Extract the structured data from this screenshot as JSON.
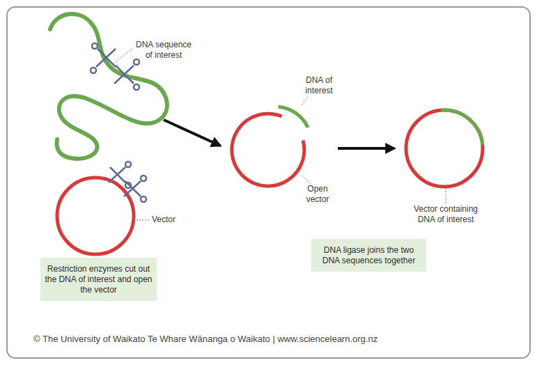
{
  "diagram": {
    "nodes": [
      {
        "text": [
          "Restriction enzymes cut out the DNA of interest and open the vector"
        ]
      },
      {
        "text": [
          "DNA ligase joins the two DNA sequences together"
        ]
      }
    ],
    "labels": [
      "DNA sequence of interest",
      "Vector",
      "DNA of interest",
      "Open vector",
      "Vector containing DNA of interest",
      "© The University of Waikato Te Whare Wānanga o Waikato | www.sciencelearn.org.nz"
    ]
  }
}
